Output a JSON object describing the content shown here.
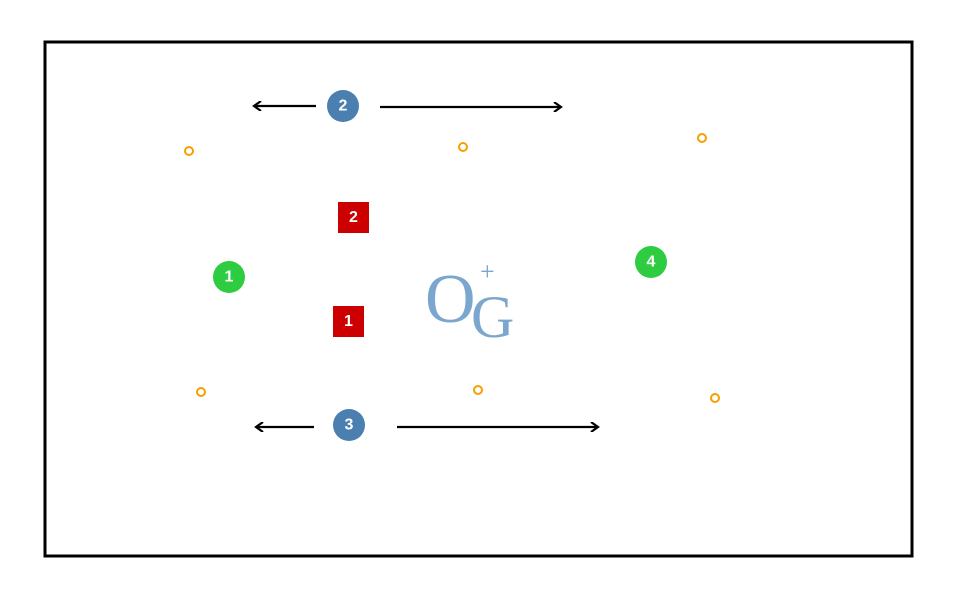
{
  "diagram": {
    "colors": {
      "field_line": "#000000",
      "blue_player": "#4a7fb0",
      "green_player": "#2ecc40",
      "red_player": "#cc0000",
      "cone": "#f5a000",
      "logo": "#7ba7cf"
    },
    "blue_players": [
      {
        "label": "2"
      },
      {
        "label": "3"
      }
    ],
    "green_players": [
      {
        "label": "1"
      },
      {
        "label": "4"
      }
    ],
    "red_players": [
      {
        "label": "2"
      },
      {
        "label": "1"
      }
    ],
    "cones_count": 6,
    "logo": {
      "text_o": "O",
      "text_g": "G",
      "text_plus": "+"
    }
  }
}
